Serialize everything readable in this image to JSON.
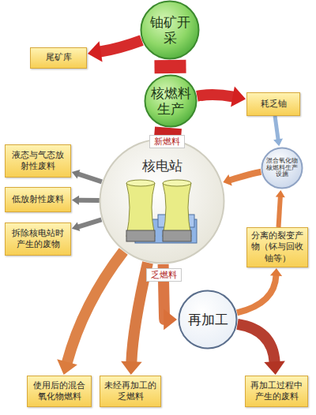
{
  "diagram": {
    "nodes": [
      {
        "text": [
          "铀矿开采"
        ]
      },
      {
        "text": [
          "尾矿库"
        ]
      },
      {
        "text": [
          "核燃料生产"
        ]
      },
      {
        "text": [
          "耗乏铀"
        ]
      },
      {
        "text": [
          "核电站"
        ]
      },
      {
        "text": [
          "液态与气态放射性废料"
        ]
      },
      {
        "text": [
          "低放射性废料"
        ]
      },
      {
        "text": [
          "拆除核电站时产生的废物"
        ]
      },
      {
        "text": [
          "混合氧化物核燃料生产设施"
        ]
      },
      {
        "text": [
          "分离的裂变产物（钚与回收铀等）"
        ]
      },
      {
        "text": [
          "再加工"
        ]
      },
      {
        "text": [
          "使用后的混合氧化物燃料"
        ]
      },
      {
        "text": [
          "未经再加工的乏燃料"
        ]
      },
      {
        "text": [
          "再加工过程中产生的废料"
        ]
      }
    ],
    "edges": [
      {
        "from": 0,
        "to": 1,
        "arrow": "to"
      },
      {
        "from": 0,
        "to": 2,
        "arrow": "none"
      },
      {
        "from": 2,
        "to": 3,
        "arrow": "to"
      },
      {
        "from": 2,
        "to": 4,
        "label": "新燃料",
        "arrow": "none"
      },
      {
        "from": 4,
        "to": 5,
        "arrow": "to"
      },
      {
        "from": 4,
        "to": 6,
        "arrow": "to"
      },
      {
        "from": 4,
        "to": 7,
        "arrow": "to"
      },
      {
        "from": 3,
        "to": 8,
        "arrow": "to"
      },
      {
        "from": 8,
        "to": 4,
        "arrow": "to"
      },
      {
        "from": 4,
        "to": 10,
        "label": "乏燃料",
        "arrow": "to"
      },
      {
        "from": 4,
        "to": 11,
        "arrow": "to"
      },
      {
        "from": 4,
        "to": 12,
        "arrow": "to"
      },
      {
        "from": 10,
        "to": 9,
        "arrow": "to"
      },
      {
        "from": 9,
        "to": 8,
        "arrow": "to"
      },
      {
        "from": 10,
        "to": 13,
        "arrow": "to"
      }
    ]
  }
}
